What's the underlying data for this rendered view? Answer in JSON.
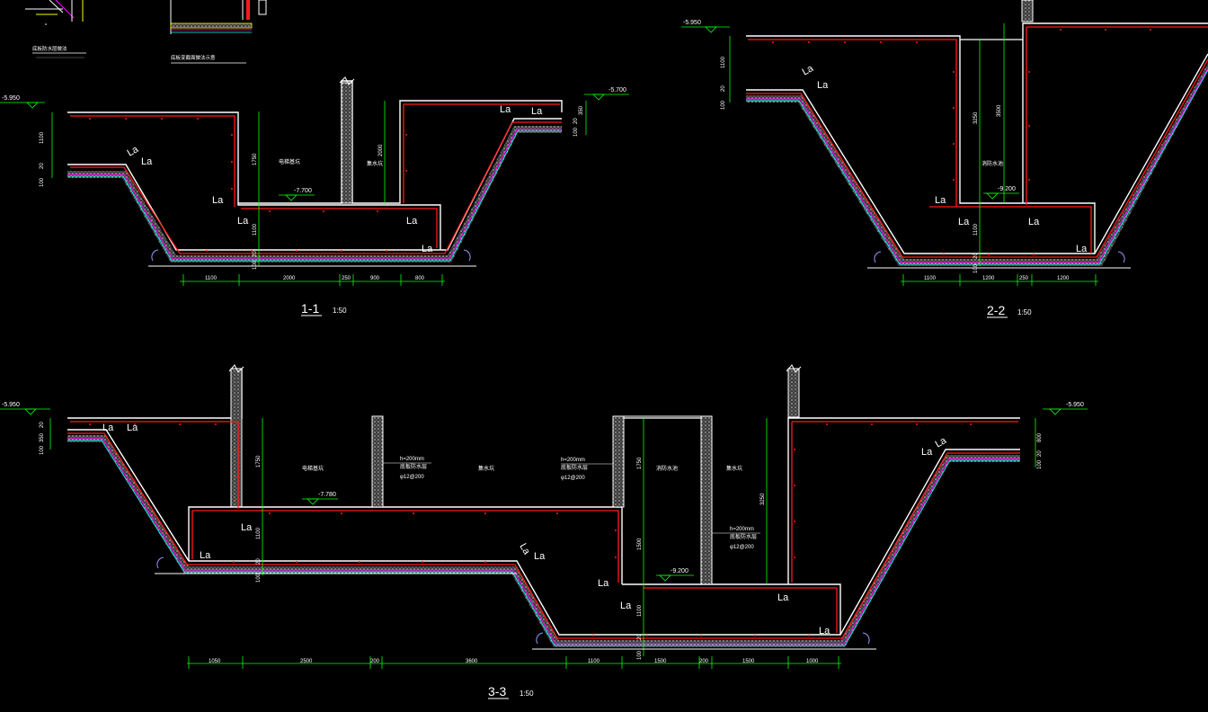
{
  "colors": {
    "background": "#000000",
    "structure": "#ffffff",
    "rebar": "#ff1a1a",
    "dimension": "#00ff00",
    "membrane": "#ff00ff",
    "hatch": "#b0b0b0",
    "cyan": "#00ffff",
    "yellow": "#ffff00"
  },
  "top_details": {
    "detail1_label": "底板防水层做法",
    "detail2_label": "底板变截面做法示意"
  },
  "section_1": {
    "title": "1-1",
    "scale": "1:50",
    "elev_left": "-5.950",
    "elev_right": "-5.700",
    "elev_mid": "-7.700",
    "la_labels": [
      "La",
      "La",
      "La",
      "La",
      "La",
      "La",
      "La",
      "La"
    ],
    "room_1": "电梯基坑",
    "room_2": "集水坑",
    "dims_v_left": [
      "1100",
      "20",
      "100"
    ],
    "dims_v_right": [
      "350",
      "20",
      "100"
    ],
    "dim_h1": "1750",
    "dim_h2": "2000",
    "dim_h3": "1100",
    "dim_h4": "20",
    "dim_h5": "100",
    "bottom_dims": [
      "1100",
      "2000",
      "250",
      "900",
      "800"
    ]
  },
  "section_2": {
    "title": "2-2",
    "scale": "1:50",
    "elev_left": "-5.950",
    "elev_mid": "-9.200",
    "la_labels": [
      "La",
      "La",
      "La",
      "La",
      "La",
      "La"
    ],
    "room_1": "消防水池",
    "dims_v_left": [
      "1100",
      "20",
      "100"
    ],
    "dim_h1": "3250",
    "dim_h2": "3500",
    "dim_h3": "1100",
    "dim_h4": "20",
    "dim_h5": "100",
    "bottom_dims": [
      "1100",
      "1200",
      "250",
      "1200"
    ]
  },
  "section_3": {
    "title": "3-3",
    "scale": "1:50",
    "elev_left": "-5.950",
    "elev_right": "-5.950",
    "elev_mid1": "-7.780",
    "elev_mid2": "-9.200",
    "la_labels": [
      "La",
      "La",
      "La",
      "La",
      "La",
      "La",
      "La",
      "La",
      "La",
      "La",
      "La"
    ],
    "room_1": "电梯基坑",
    "room_2": "集水坑",
    "room_3": "消防水池",
    "room_4": "集水坑",
    "note1": [
      "h=200mm",
      "底板防水层",
      "φ12@200"
    ],
    "note2": [
      "h=200mm",
      "底板防水层",
      "φ12@200"
    ],
    "note3": [
      "h=200mm",
      "底板防水层",
      "φ12@200"
    ],
    "dims_v_left": [
      "20",
      "350",
      "100"
    ],
    "dims_v_right": [
      "800",
      "20",
      "100"
    ],
    "dim_h1": "1750",
    "dim_h2": "1100",
    "dim_h3": "20",
    "dim_h4": "100",
    "dim_h5": "1750",
    "dim_h6": "1500",
    "dim_h7": "3250",
    "dim_h8": "1100",
    "dim_h9": "20",
    "dim_h10": "100",
    "bottom_dims": [
      "1050",
      "2500",
      "200",
      "3600",
      "1100",
      "1500",
      "200",
      "1500",
      "1000"
    ]
  }
}
